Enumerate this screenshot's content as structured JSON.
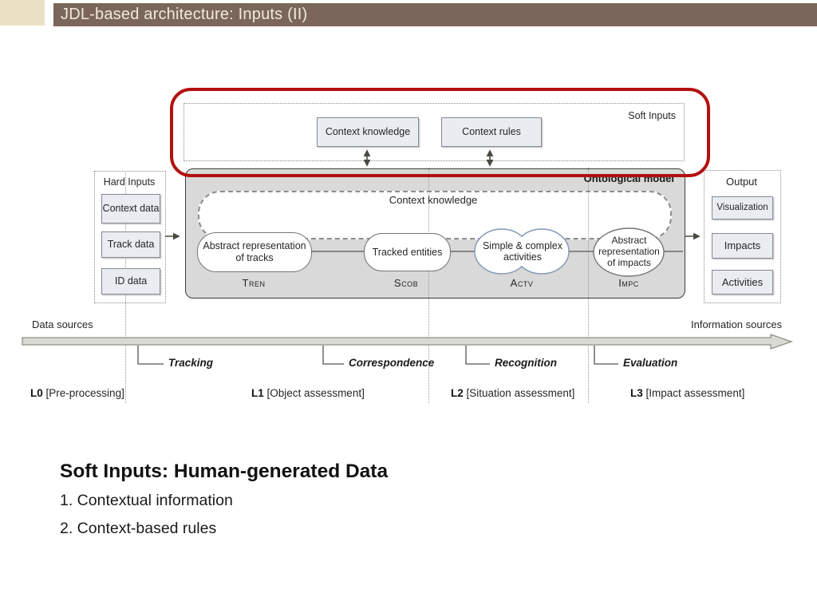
{
  "slide_title": "JDL-based architecture: Inputs (II)",
  "colors": {
    "accent-red": "#b30f0f",
    "brown": "#7a665a",
    "tan": "#ece0c5",
    "box-fill": "#e9edf1",
    "model-gray": "#d9d9d9"
  },
  "soft_inputs": {
    "label": "Soft Inputs",
    "boxes": [
      "Context knowledge",
      "Context rules"
    ]
  },
  "hard_inputs": {
    "label": "Hard Inputs",
    "boxes": [
      "Context data",
      "Track data",
      "ID data"
    ]
  },
  "model": {
    "label": "Ontological model",
    "context_knowledge": "Context knowledge",
    "nodes": [
      {
        "text": "Abstract representation of tracks",
        "tag": "Tren"
      },
      {
        "text": "Tracked entities",
        "tag": "Scob"
      },
      {
        "text": "Simple & complex activities",
        "tag": "Actv"
      },
      {
        "text": "Abstract representation of impacts",
        "tag": "Impc"
      }
    ]
  },
  "output": {
    "label": "Output",
    "boxes": [
      "Visualization",
      "Impacts",
      "Activities"
    ]
  },
  "timeline": {
    "data_sources": "Data sources",
    "information_sources": "Information sources",
    "processes": [
      "Tracking",
      "Correspondence",
      "Recognition",
      "Evaluation"
    ],
    "levels": [
      {
        "code": "L0",
        "name": "[Pre-processing]"
      },
      {
        "code": "L1",
        "name": "[Object assessment]"
      },
      {
        "code": "L2",
        "name": "[Situation assessment]"
      },
      {
        "code": "L3",
        "name": "[Impact assessment]"
      }
    ]
  },
  "notes": {
    "title": "Soft Inputs: Human-generated Data",
    "items": [
      "1. Contextual information",
      "2. Context-based rules"
    ]
  }
}
